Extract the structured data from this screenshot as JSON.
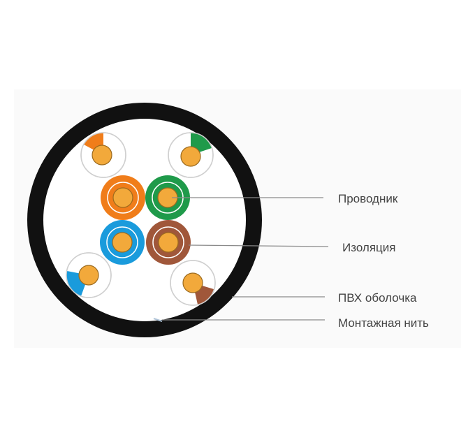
{
  "labels": {
    "conductor": "Проводник",
    "insulation": "Изоляция",
    "pvc_sheath": "ПВХ оболочка",
    "rip_cord": "Монтажная нить"
  },
  "colors": {
    "sheath": "#111111",
    "copper": "#f2a93b",
    "copper_edge": "#9b6a1e",
    "orange": "#f07d1a",
    "green": "#1f9a4a",
    "blue": "#1a9bdc",
    "brown": "#a0573a",
    "white": "#ffffff",
    "leader": "#8a8a8a"
  }
}
